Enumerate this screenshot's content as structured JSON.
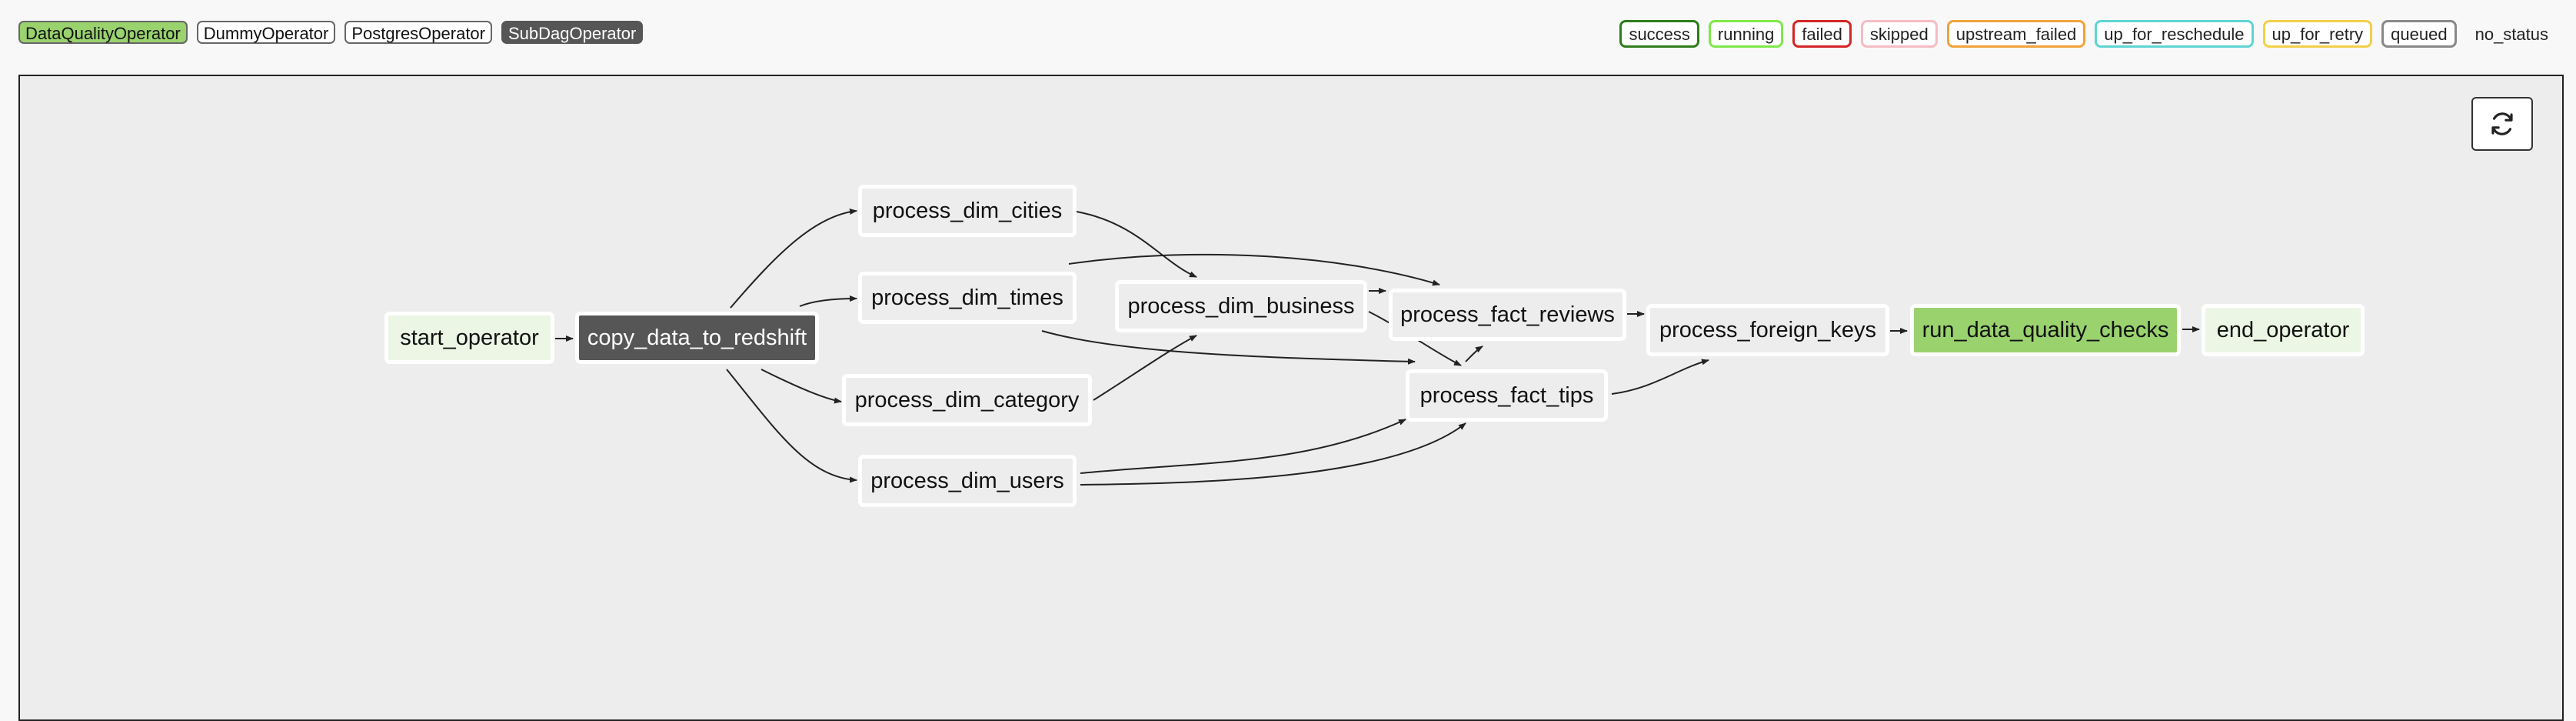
{
  "operator_legend": {
    "items": [
      {
        "label": "DataQualityOperator",
        "color": "#9ad26e"
      },
      {
        "label": "DummyOperator",
        "color": "#ffffff"
      },
      {
        "label": "PostgresOperator",
        "color": "#ffffff"
      },
      {
        "label": "SubDagOperator",
        "color": "#565656"
      }
    ]
  },
  "status_legend": {
    "items": [
      {
        "label": "success",
        "color": "#2e7d1b"
      },
      {
        "label": "running",
        "color": "#7ee84a"
      },
      {
        "label": "failed",
        "color": "#d32626"
      },
      {
        "label": "skipped",
        "color": "#f6bcc2"
      },
      {
        "label": "upstream_failed",
        "color": "#f0a33a"
      },
      {
        "label": "up_for_reschedule",
        "color": "#5fd4d4"
      },
      {
        "label": "up_for_retry",
        "color": "#f2d048"
      },
      {
        "label": "queued",
        "color": "#888888"
      },
      {
        "label": "no_status",
        "color": ""
      }
    ]
  },
  "graph": {
    "refresh_icon": "refresh-icon",
    "nodes": {
      "start_operator": "start_operator",
      "copy_data_to_redshift": "copy_data_to_redshift",
      "process_dim_cities": "process_dim_cities",
      "process_dim_times": "process_dim_times",
      "process_dim_category": "process_dim_category",
      "process_dim_users": "process_dim_users",
      "process_dim_business": "process_dim_business",
      "process_fact_reviews": "process_fact_reviews",
      "process_fact_tips": "process_fact_tips",
      "process_foreign_keys": "process_foreign_keys",
      "run_data_quality_checks": "run_data_quality_checks",
      "end_operator": "end_operator"
    }
  }
}
